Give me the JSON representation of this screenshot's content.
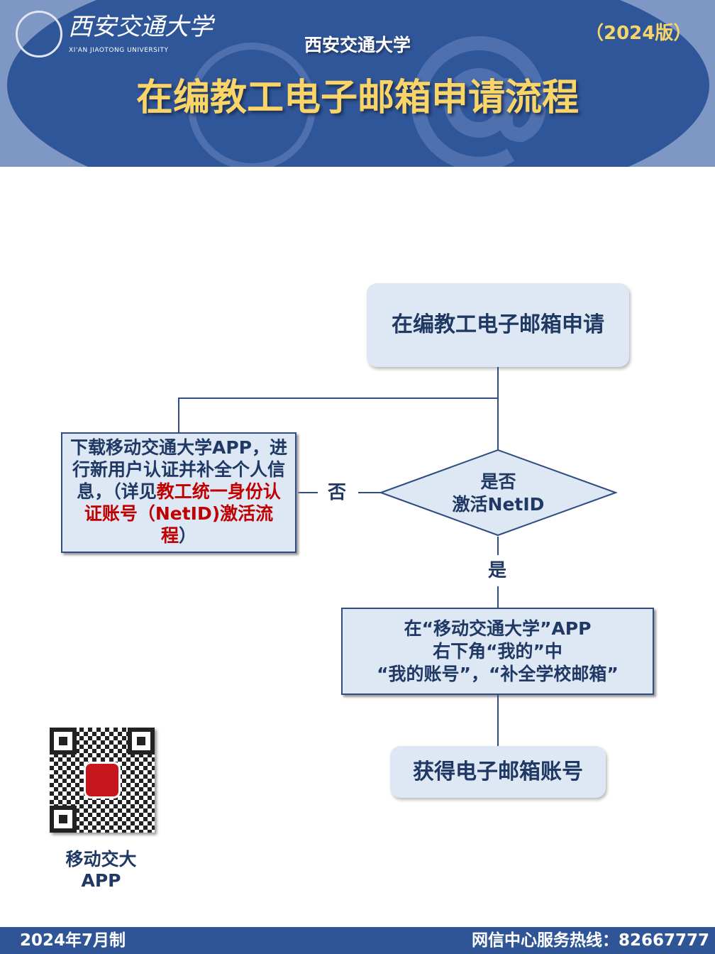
{
  "header": {
    "logo_cn": "西安交通大学",
    "logo_en": "XI'AN JIAOTONG UNIVERSITY",
    "university": "西安交通大学",
    "version": "（2024版）",
    "title": "在编教工电子邮箱申请流程"
  },
  "flow": {
    "start": "在编教工电子邮箱申请",
    "decision_l1": "是否",
    "decision_l2": "激活NetID",
    "no_label": "否",
    "yes_label": "是",
    "no_box": {
      "text1": "下载移动交通大学APP，进行新用户认证并补全个人信息，（详见",
      "link": "教工统一身份认证账号（NetID)激活流程",
      "text2": "）"
    },
    "step_l1": "在“移动交通大学”APP",
    "step_l2": "右下角“我的”中",
    "step_l3": "“我的账号”，“补全学校邮箱”",
    "end": "获得电子邮箱账号"
  },
  "qr": {
    "caption_l1": "移动交大",
    "caption_l2": "APP"
  },
  "footer": {
    "date": "2024年7月制",
    "hotline": "网信中心服务热线：82667777"
  }
}
